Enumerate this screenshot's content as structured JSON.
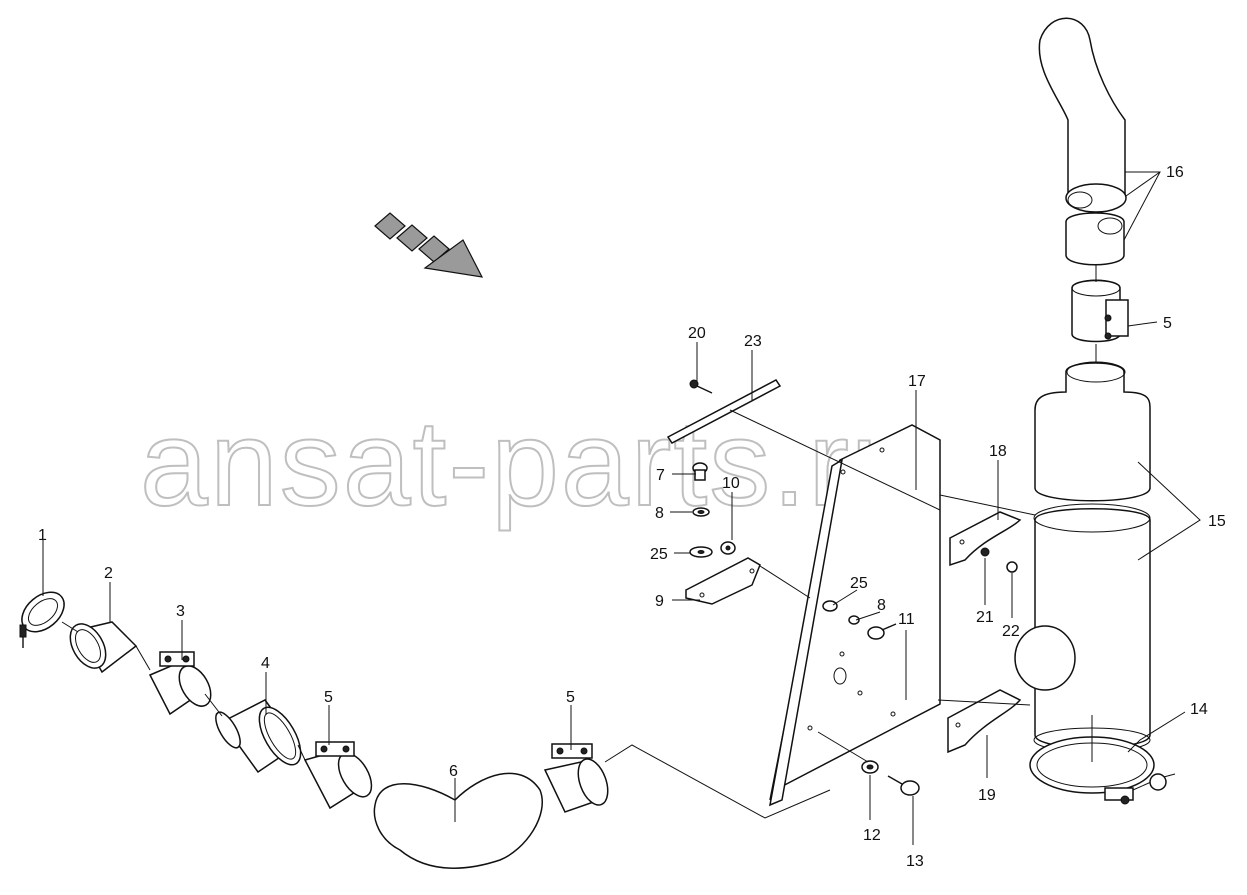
{
  "watermark": "ansat-parts.ru",
  "callouts": [
    {
      "id": "c1",
      "label": "1"
    },
    {
      "id": "c2",
      "label": "2"
    },
    {
      "id": "c3",
      "label": "3"
    },
    {
      "id": "c4",
      "label": "4"
    },
    {
      "id": "c5a",
      "label": "5"
    },
    {
      "id": "c5b",
      "label": "5"
    },
    {
      "id": "c5c",
      "label": "5"
    },
    {
      "id": "c6",
      "label": "6"
    },
    {
      "id": "c7",
      "label": "7"
    },
    {
      "id": "c8a",
      "label": "8"
    },
    {
      "id": "c8b",
      "label": "8"
    },
    {
      "id": "c9",
      "label": "9"
    },
    {
      "id": "c10",
      "label": "10"
    },
    {
      "id": "c11",
      "label": "11"
    },
    {
      "id": "c12",
      "label": "12"
    },
    {
      "id": "c13",
      "label": "13"
    },
    {
      "id": "c14",
      "label": "14"
    },
    {
      "id": "c15",
      "label": "15"
    },
    {
      "id": "c16",
      "label": "16"
    },
    {
      "id": "c17",
      "label": "17"
    },
    {
      "id": "c18",
      "label": "18"
    },
    {
      "id": "c19",
      "label": "19"
    },
    {
      "id": "c20",
      "label": "20"
    },
    {
      "id": "c21",
      "label": "21"
    },
    {
      "id": "c22",
      "label": "22"
    },
    {
      "id": "c23",
      "label": "23"
    },
    {
      "id": "c25a",
      "label": "25"
    },
    {
      "id": "c25b",
      "label": "25"
    }
  ]
}
